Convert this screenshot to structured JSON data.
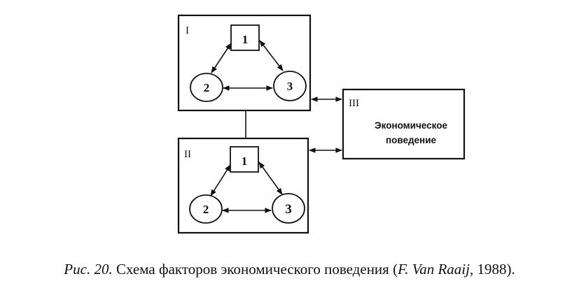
{
  "diagram": {
    "group1": {
      "label": "I",
      "node1": "1",
      "node2": "2",
      "node3": "3"
    },
    "group2": {
      "label": "II",
      "node1": "1",
      "node2": "2",
      "node3": "3"
    },
    "group3": {
      "label": "III",
      "text_line1": "Экономическое",
      "text_line2": "поведение"
    }
  },
  "caption": {
    "fig_label": "Рис. 20.",
    "text": " Схема факторов экономического поведения (",
    "author": "F. Van Raaij",
    "year": ", 1988)."
  }
}
